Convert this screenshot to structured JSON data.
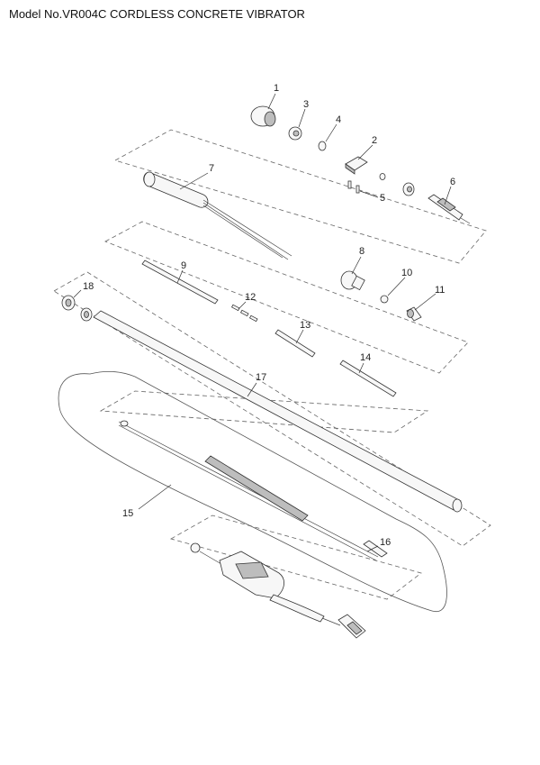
{
  "header": {
    "title": "Model No.VR004C CORDLESS CONCRETE VIBRATOR"
  },
  "callouts": {
    "c1": "1",
    "c2": "2",
    "c3": "3",
    "c4": "4",
    "c5": "5",
    "c6": "6",
    "c7": "7",
    "c8": "8",
    "c9": "9",
    "c10": "10",
    "c11": "11",
    "c12": "12",
    "c13": "13",
    "c14": "14",
    "c15": "15",
    "c16": "16",
    "c17": "17",
    "c18": "18"
  }
}
